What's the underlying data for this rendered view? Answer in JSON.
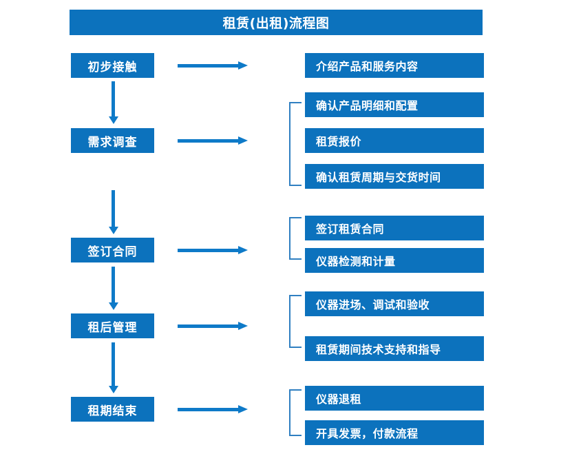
{
  "diagram": {
    "title": "租赁(出租)流程图",
    "colors": {
      "box_fill": "#0c72bd",
      "box_text": "#ffffff",
      "arrow": "#0e7ac8",
      "bracket": "#2f7fc1",
      "background": "#ffffff"
    },
    "stages": [
      {
        "label": "初步接触"
      },
      {
        "label": "需求调查"
      },
      {
        "label": "签订合同"
      },
      {
        "label": "租后管理"
      },
      {
        "label": "租期结束"
      }
    ],
    "details": [
      {
        "label": "介绍产品和服务内容"
      },
      {
        "label": "确认产品明细和配置"
      },
      {
        "label": "租赁报价"
      },
      {
        "label": "确认租赁周期与交货时间"
      },
      {
        "label": "签订租赁合同"
      },
      {
        "label": "仪器检测和计量"
      },
      {
        "label": "仪器进场、调试和验收"
      },
      {
        "label": "租赁期间技术支持和指导"
      },
      {
        "label": "仪器退租"
      },
      {
        "label": "开具发票，付款流程"
      }
    ]
  }
}
